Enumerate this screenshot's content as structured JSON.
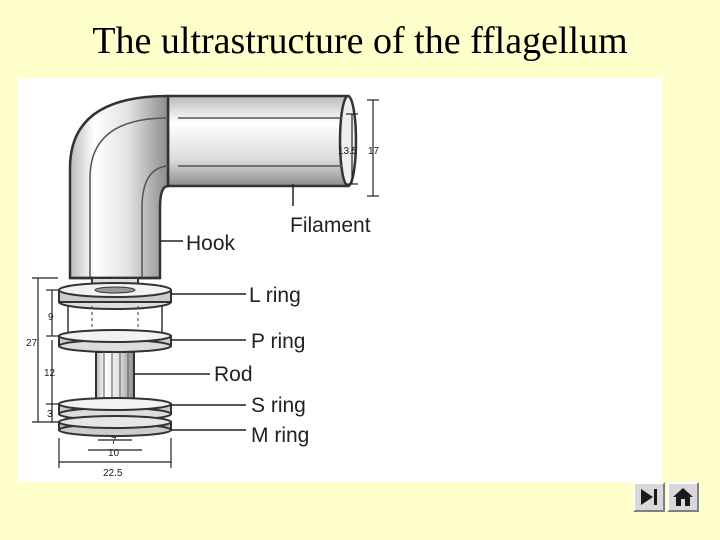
{
  "slide": {
    "title": "The ultrastructure of the fflagellum"
  },
  "diagram": {
    "labels": {
      "filament": "Filament",
      "hook": "Hook",
      "l_ring": "L  ring",
      "p_ring": "P ring",
      "rod": "Rod",
      "s_ring": "S ring",
      "m_ring": "M ring"
    },
    "dimensions": {
      "filament_inner": "13.5",
      "filament_outer": "17",
      "total_height": "27",
      "upper_height": "9",
      "middle_height": "12",
      "lower_height": "3",
      "inner_width": "7",
      "middle_width": "10",
      "outer_width": "22.5"
    }
  },
  "nav": {
    "next_icon": "next-slide-icon",
    "home_icon": "home-icon"
  }
}
